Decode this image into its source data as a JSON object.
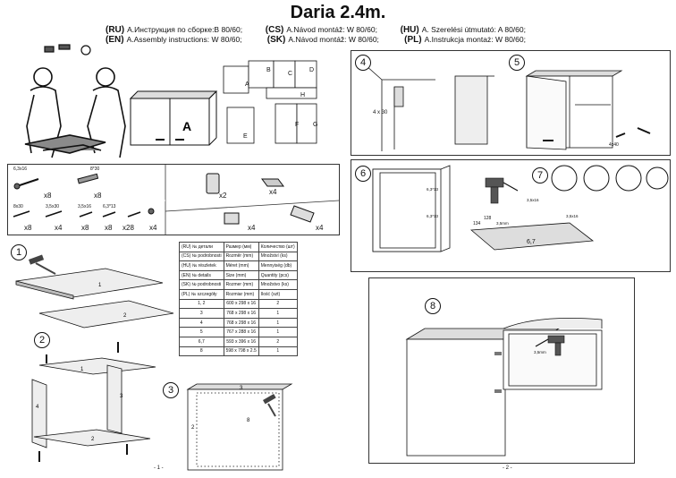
{
  "title": "Daria 2.4m.",
  "languages": [
    [
      {
        "code": "(RU)",
        "text": "A.Инструкция по сборке:B 80/60;"
      },
      {
        "code": "(CS)",
        "text": "A.Návod montáž: W 80/60;"
      },
      {
        "code": "(HU)",
        "text": "A. Szerelési útmutató: A 80/60;"
      }
    ],
    [
      {
        "code": "(EN)",
        "text": "A.Assembly instructions: W 80/60;"
      },
      {
        "code": "(SK)",
        "text": "A.Návod montáž: W 80/60;"
      },
      {
        "code": "(PL)",
        "text": "A.Instrukcja montaż: W 80/60;"
      }
    ]
  ],
  "overview": {
    "cabinet_letter": "A",
    "module_letters": [
      "A",
      "B",
      "C",
      "D",
      "H",
      "E",
      "F",
      "G"
    ]
  },
  "hardware": {
    "screws_row1": [
      {
        "spec": "6,3x16",
        "qty": "x8"
      },
      {
        "spec": "8*30",
        "qty": "x8"
      }
    ],
    "screws_row2": [
      {
        "spec": "8x30",
        "qty": "x8"
      },
      {
        "spec": "3,5x30",
        "qty": "x4"
      },
      {
        "spec": "3,5x16",
        "qty": "x8"
      },
      {
        "spec": "6,3*13",
        "qty": "x8"
      },
      {
        "spec": "",
        "qty": "x28"
      },
      {
        "spec": "",
        "qty": "x4"
      }
    ],
    "fittings": [
      {
        "qty": "x2"
      },
      {
        "qty": "x4"
      },
      {
        "qty": "x4"
      },
      {
        "qty": "x4"
      }
    ]
  },
  "parts_table": {
    "header": [
      [
        "(RU)  № детали",
        "Размер  (мм)",
        "Количество (шт)"
      ],
      [
        "(CS)  № podrobnosti",
        "Rozměr (mm)",
        "Množství (ks)"
      ],
      [
        "(HU)  № részletek",
        "Méret (mm)",
        "Mennyiség (db)"
      ],
      [
        "(EN)  № details",
        "Size (mm)",
        "Quantity  (pcs)"
      ],
      [
        "(SK)  № podrobnosti",
        "Rozmer (mm)",
        "Množstvo (ks)"
      ],
      [
        "(PL)  № szczegóły",
        "Rozmiar (mm)",
        "Ilość (szt)"
      ]
    ],
    "rows": [
      [
        "1, 2",
        "600 x 298 x 16",
        "2"
      ],
      [
        "3",
        "768 x 298 x 16",
        "1"
      ],
      [
        "4",
        "768 x 298 x 16",
        "1"
      ],
      [
        "5",
        "767 x 288 x 16",
        "1"
      ],
      [
        "6,7",
        "593 x 396 x 16",
        "2"
      ],
      [
        "8",
        "598 x 798 x 2.5",
        "1"
      ]
    ]
  },
  "steps": {
    "s1": {
      "num": "1",
      "labels": [
        "1",
        "2"
      ]
    },
    "s2": {
      "num": "2",
      "labels": [
        "1",
        "3",
        "4",
        "2"
      ]
    },
    "s3": {
      "num": "3",
      "labels": [
        "3",
        "2",
        "8"
      ]
    },
    "s4": {
      "num": "4",
      "screw": "4 x 30"
    },
    "s5": {
      "num": "5",
      "screw": "4x40"
    },
    "s6": {
      "num": "6",
      "dims": [
        "6,3*13",
        "6,3*13",
        "134",
        "128"
      ],
      "drill": "3,5mm",
      "panel": "6,7"
    },
    "s7": {
      "num": "7",
      "screw_a": "3,5x16",
      "screw_b": "3,5x16"
    },
    "s8": {
      "num": "8",
      "drill": "3,5mm"
    }
  },
  "page_numbers": [
    "- 1 -",
    "- 2 -"
  ]
}
